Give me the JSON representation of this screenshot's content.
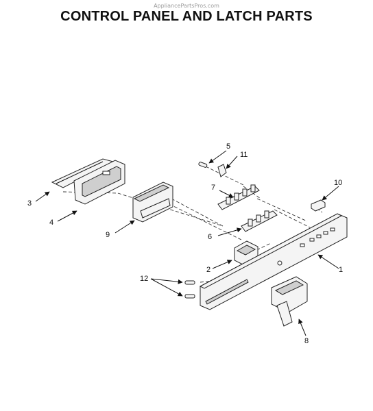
{
  "watermark": "AppliancePartsPros.com",
  "title": "CONTROL PANEL AND LATCH PARTS",
  "callouts": {
    "c1": "1",
    "c2": "2",
    "c3": "3",
    "c4": "4",
    "c5": "5",
    "c6": "6",
    "c7": "7",
    "c8": "8",
    "c9": "9",
    "c10": "10",
    "c11": "11",
    "c12": "12"
  }
}
